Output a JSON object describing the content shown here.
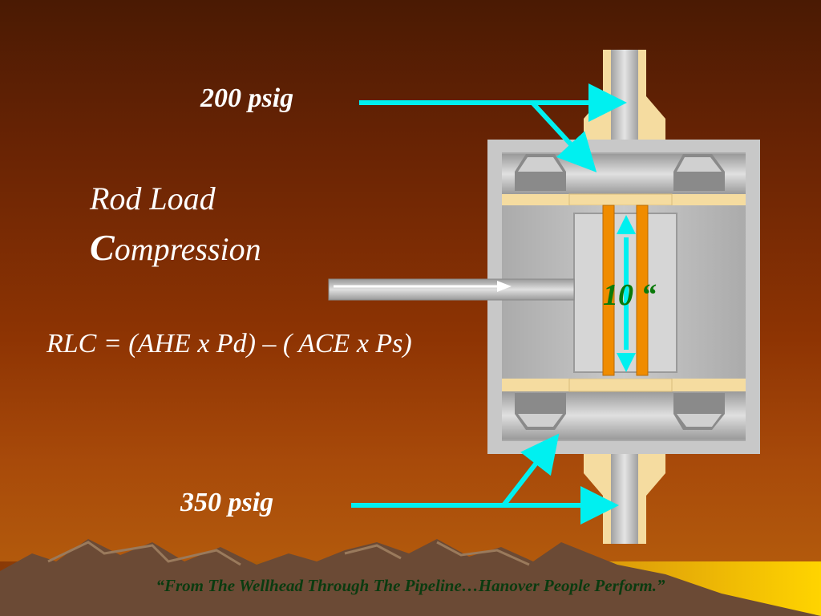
{
  "slide": {
    "discharge_pressure": "200 psig",
    "suction_pressure": "350 psig",
    "title_line1": "Rod Load",
    "title_line2_cap": "C",
    "title_line2_rest": "ompression",
    "formula": "RLC = (AHE x Pd) – ( ACE x Ps)",
    "dimension": "10 “",
    "footer": "“From The Wellhead Through The Pipeline…Hanover People Perform.”"
  },
  "colors": {
    "background_top": "#4a1a03",
    "background_bottom": "#b8620e",
    "arrow": "#00f0f0",
    "cylinder_outer": "#c8c8c8",
    "cylinder_inner": "#a9a9a9",
    "flange": "#f5dca0",
    "rings": "#f08c00",
    "dimension_text": "#0a7a0a",
    "footer_text": "#0b3b10",
    "mountains": "#6b4a35"
  }
}
